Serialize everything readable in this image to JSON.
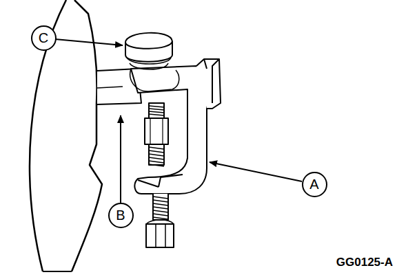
{
  "diagram": {
    "nodes": [
      {
        "text": [
          "C"
        ]
      },
      {
        "text": [
          "A"
        ]
      },
      {
        "text": [
          "B"
        ]
      }
    ],
    "labels": [
      "GG0125-A"
    ]
  }
}
